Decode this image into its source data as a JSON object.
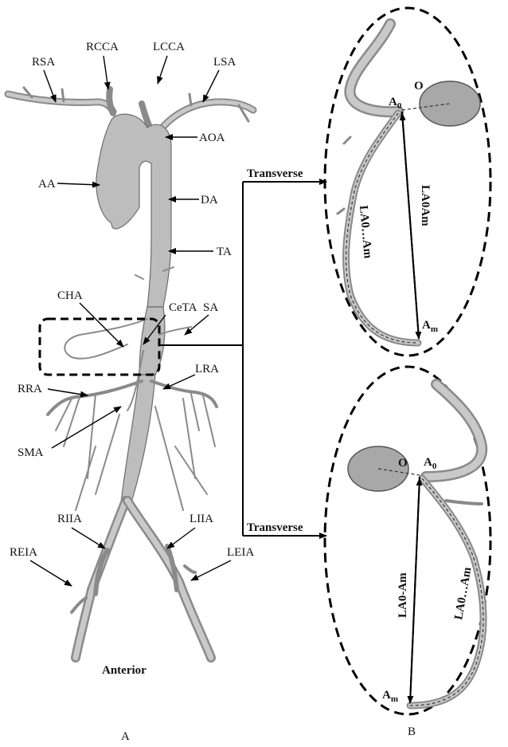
{
  "panel_a": {
    "labels": {
      "rsa": "RSA",
      "rcca": "RCCA",
      "lcca": "LCCA",
      "lsa": "LSA",
      "aoa": "AOA",
      "aa": "AA",
      "da": "DA",
      "ta": "TA",
      "cha": "CHA",
      "ceta": "CeTA",
      "sa": "SA",
      "lra": "LRA",
      "rra": "RRA",
      "sma": "SMA",
      "riia": "RIIA",
      "liia": "LIIA",
      "reia": "REIA",
      "leia": "LEIA"
    },
    "orientation": "Anterior",
    "caption": "A"
  },
  "transverse_label": "Transverse",
  "panel_b_top": {
    "point_o": "O",
    "point_a0": "A",
    "point_a0_sub": "0",
    "point_am": "A",
    "point_am_sub": "m",
    "straight_length": "LA0Am",
    "curved_length": "LA0…Am"
  },
  "panel_b_bottom": {
    "point_o": "O",
    "point_a0": "A",
    "point_a0_sub": "0",
    "point_am": "A",
    "point_am_sub": "m",
    "straight_length": "LA0-Am",
    "curved_length": "LA0…Am"
  },
  "caption_b": "B",
  "colors": {
    "vessel_fill": "#bdbdbd",
    "vessel_edge": "#6d6d6d",
    "ellipse_dash": "#000000"
  }
}
